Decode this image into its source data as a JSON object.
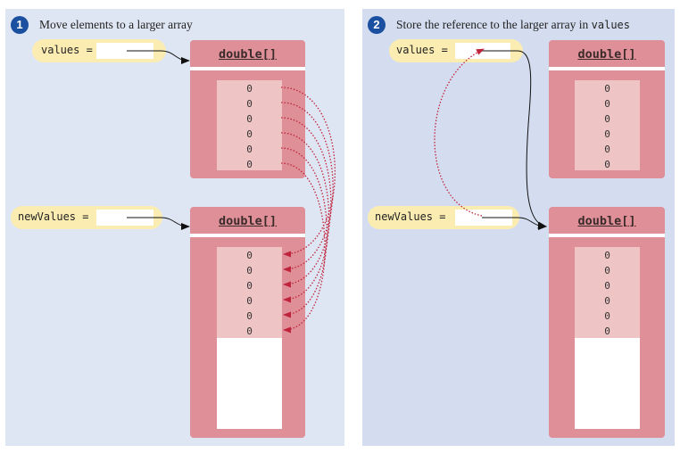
{
  "panels": [
    {
      "step": "1",
      "title": "Move elements to a larger array"
    },
    {
      "step": "2",
      "title_text": "Store the reference to the larger array in",
      "title_code": "values"
    }
  ],
  "variables": {
    "values_label": "values =",
    "new_values_label": "newValues ="
  },
  "arrays": {
    "values_array": {
      "type_label": "double[]",
      "elements": [
        "0",
        "0",
        "0",
        "0",
        "0",
        "0"
      ]
    },
    "new_values_array": {
      "type_label": "double[]",
      "elements": [
        "0",
        "0",
        "0",
        "0",
        "0",
        "0"
      ],
      "empty_slots": 6
    }
  },
  "colors": {
    "panel_1_bg": "#dfe6f3",
    "panel_2_bg": "#d3ddef",
    "array_body": "#de8f98",
    "array_cells": "#efc4c4",
    "variable_pill": "#fbecb2",
    "step_badge": "#1b4fa0",
    "copy_arrow": "#c0243c",
    "reference_arrow": "#111111"
  }
}
